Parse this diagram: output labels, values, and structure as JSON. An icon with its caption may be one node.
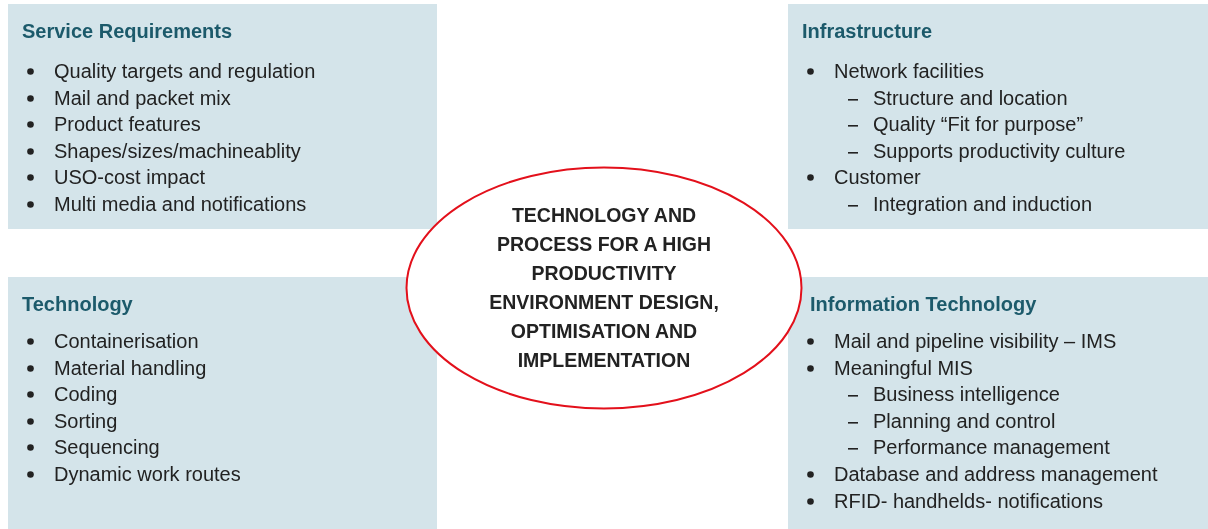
{
  "diagram": {
    "nodes": [
      {
        "text": [
          "Service Requirements",
          "Quality targets and regulation",
          "Mail and packet mix",
          "Product features",
          "Shapes/sizes/machineablity",
          "USO-cost impact",
          "Multi media and notifications"
        ]
      },
      {
        "text": [
          "Infrastructure",
          "Network facilities",
          "Structure and location",
          "Quality “Fit for purpose”",
          "Supports productivity culture",
          "Customer",
          "Integration and induction"
        ]
      },
      {
        "text": [
          "Technology",
          "Containerisation",
          "Material handling",
          "Coding",
          "Sorting",
          "Sequencing",
          "Dynamic work routes"
        ]
      },
      {
        "text": [
          "Information Technology",
          "Mail and pipeline visibility – IMS",
          "Meaningful MIS",
          "Business intelligence",
          "Planning and control",
          "Performance management",
          "Database and address management",
          "RFID- handhelds- notifications"
        ]
      },
      {
        "text": [
          "TECHNOLOGY AND PROCESS FOR A HIGH PRODUCTIVITY ENVIRONMENT DESIGN, OPTIMISATION AND IMPLEMENTATION"
        ]
      }
    ]
  }
}
